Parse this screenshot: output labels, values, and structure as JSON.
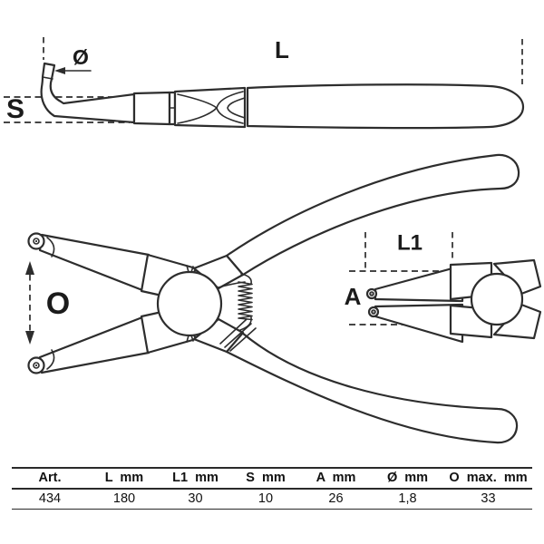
{
  "side_view": {
    "length_label": "L",
    "thickness_label": "S",
    "diameter_label": "Ø"
  },
  "main_view": {
    "opening_label": "O"
  },
  "inset_view": {
    "jaw_length_label": "L1",
    "tip_spread_label": "A"
  },
  "table": {
    "headers": [
      "Art.",
      "L  mm",
      "L1  mm",
      "S  mm",
      "A  mm",
      "Ø  mm",
      "O  max.  mm"
    ],
    "rows": [
      [
        "434",
        "180",
        "30",
        "10",
        "26",
        "1,8",
        "33"
      ]
    ]
  },
  "colors": {
    "line": "#2d2d2d",
    "text": "#1b1b1b",
    "background": "#ffffff"
  }
}
